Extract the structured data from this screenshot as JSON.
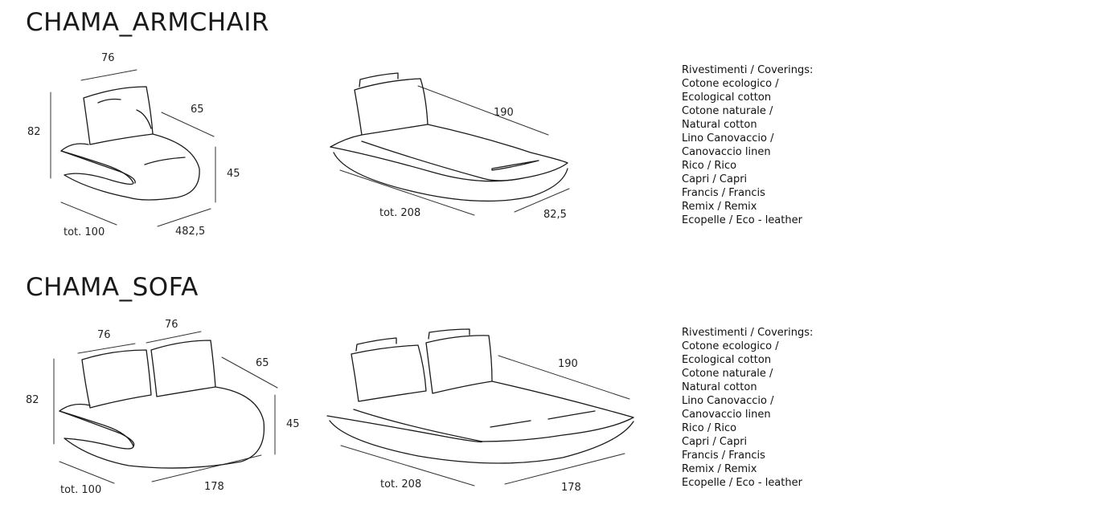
{
  "armchair": {
    "title": "CHAMA_ARMCHAIR",
    "seat_dims": {
      "width": "76",
      "height": "82",
      "depth": "65",
      "seat_height": "45",
      "total": "tot. 100",
      "side": "482,5"
    },
    "lounger_dims": {
      "length": "190",
      "total": "tot. 208",
      "width": "82,5"
    },
    "coverings": [
      "Rivestimenti / Coverings:",
      "Cotone ecologico /",
      "Ecological cotton",
      "Cotone naturale /",
      "Natural cotton",
      "Lino Canovaccio /",
      "Canovaccio linen",
      "Rico / Rico",
      "Capri / Capri",
      "Francis / Francis",
      "Remix / Remix",
      "Ecopelle / Eco - leather"
    ]
  },
  "sofa": {
    "title": "CHAMA_SOFA",
    "seat_dims": {
      "width_left": "76",
      "width_right": "76",
      "height": "82",
      "depth": "65",
      "seat_height": "45",
      "total": "tot. 100",
      "side": "178"
    },
    "lounger_dims": {
      "length": "190",
      "total": "tot. 208",
      "width": "178"
    },
    "coverings": [
      "Rivestimenti / Coverings:",
      "Cotone ecologico /",
      "Ecological cotton",
      "Cotone naturale /",
      "Natural cotton",
      "Lino Canovaccio /",
      "Canovaccio linen",
      "Rico / Rico",
      "Capri / Capri",
      "Francis / Francis",
      "Remix / Remix",
      "Ecopelle / Eco - leather"
    ]
  }
}
